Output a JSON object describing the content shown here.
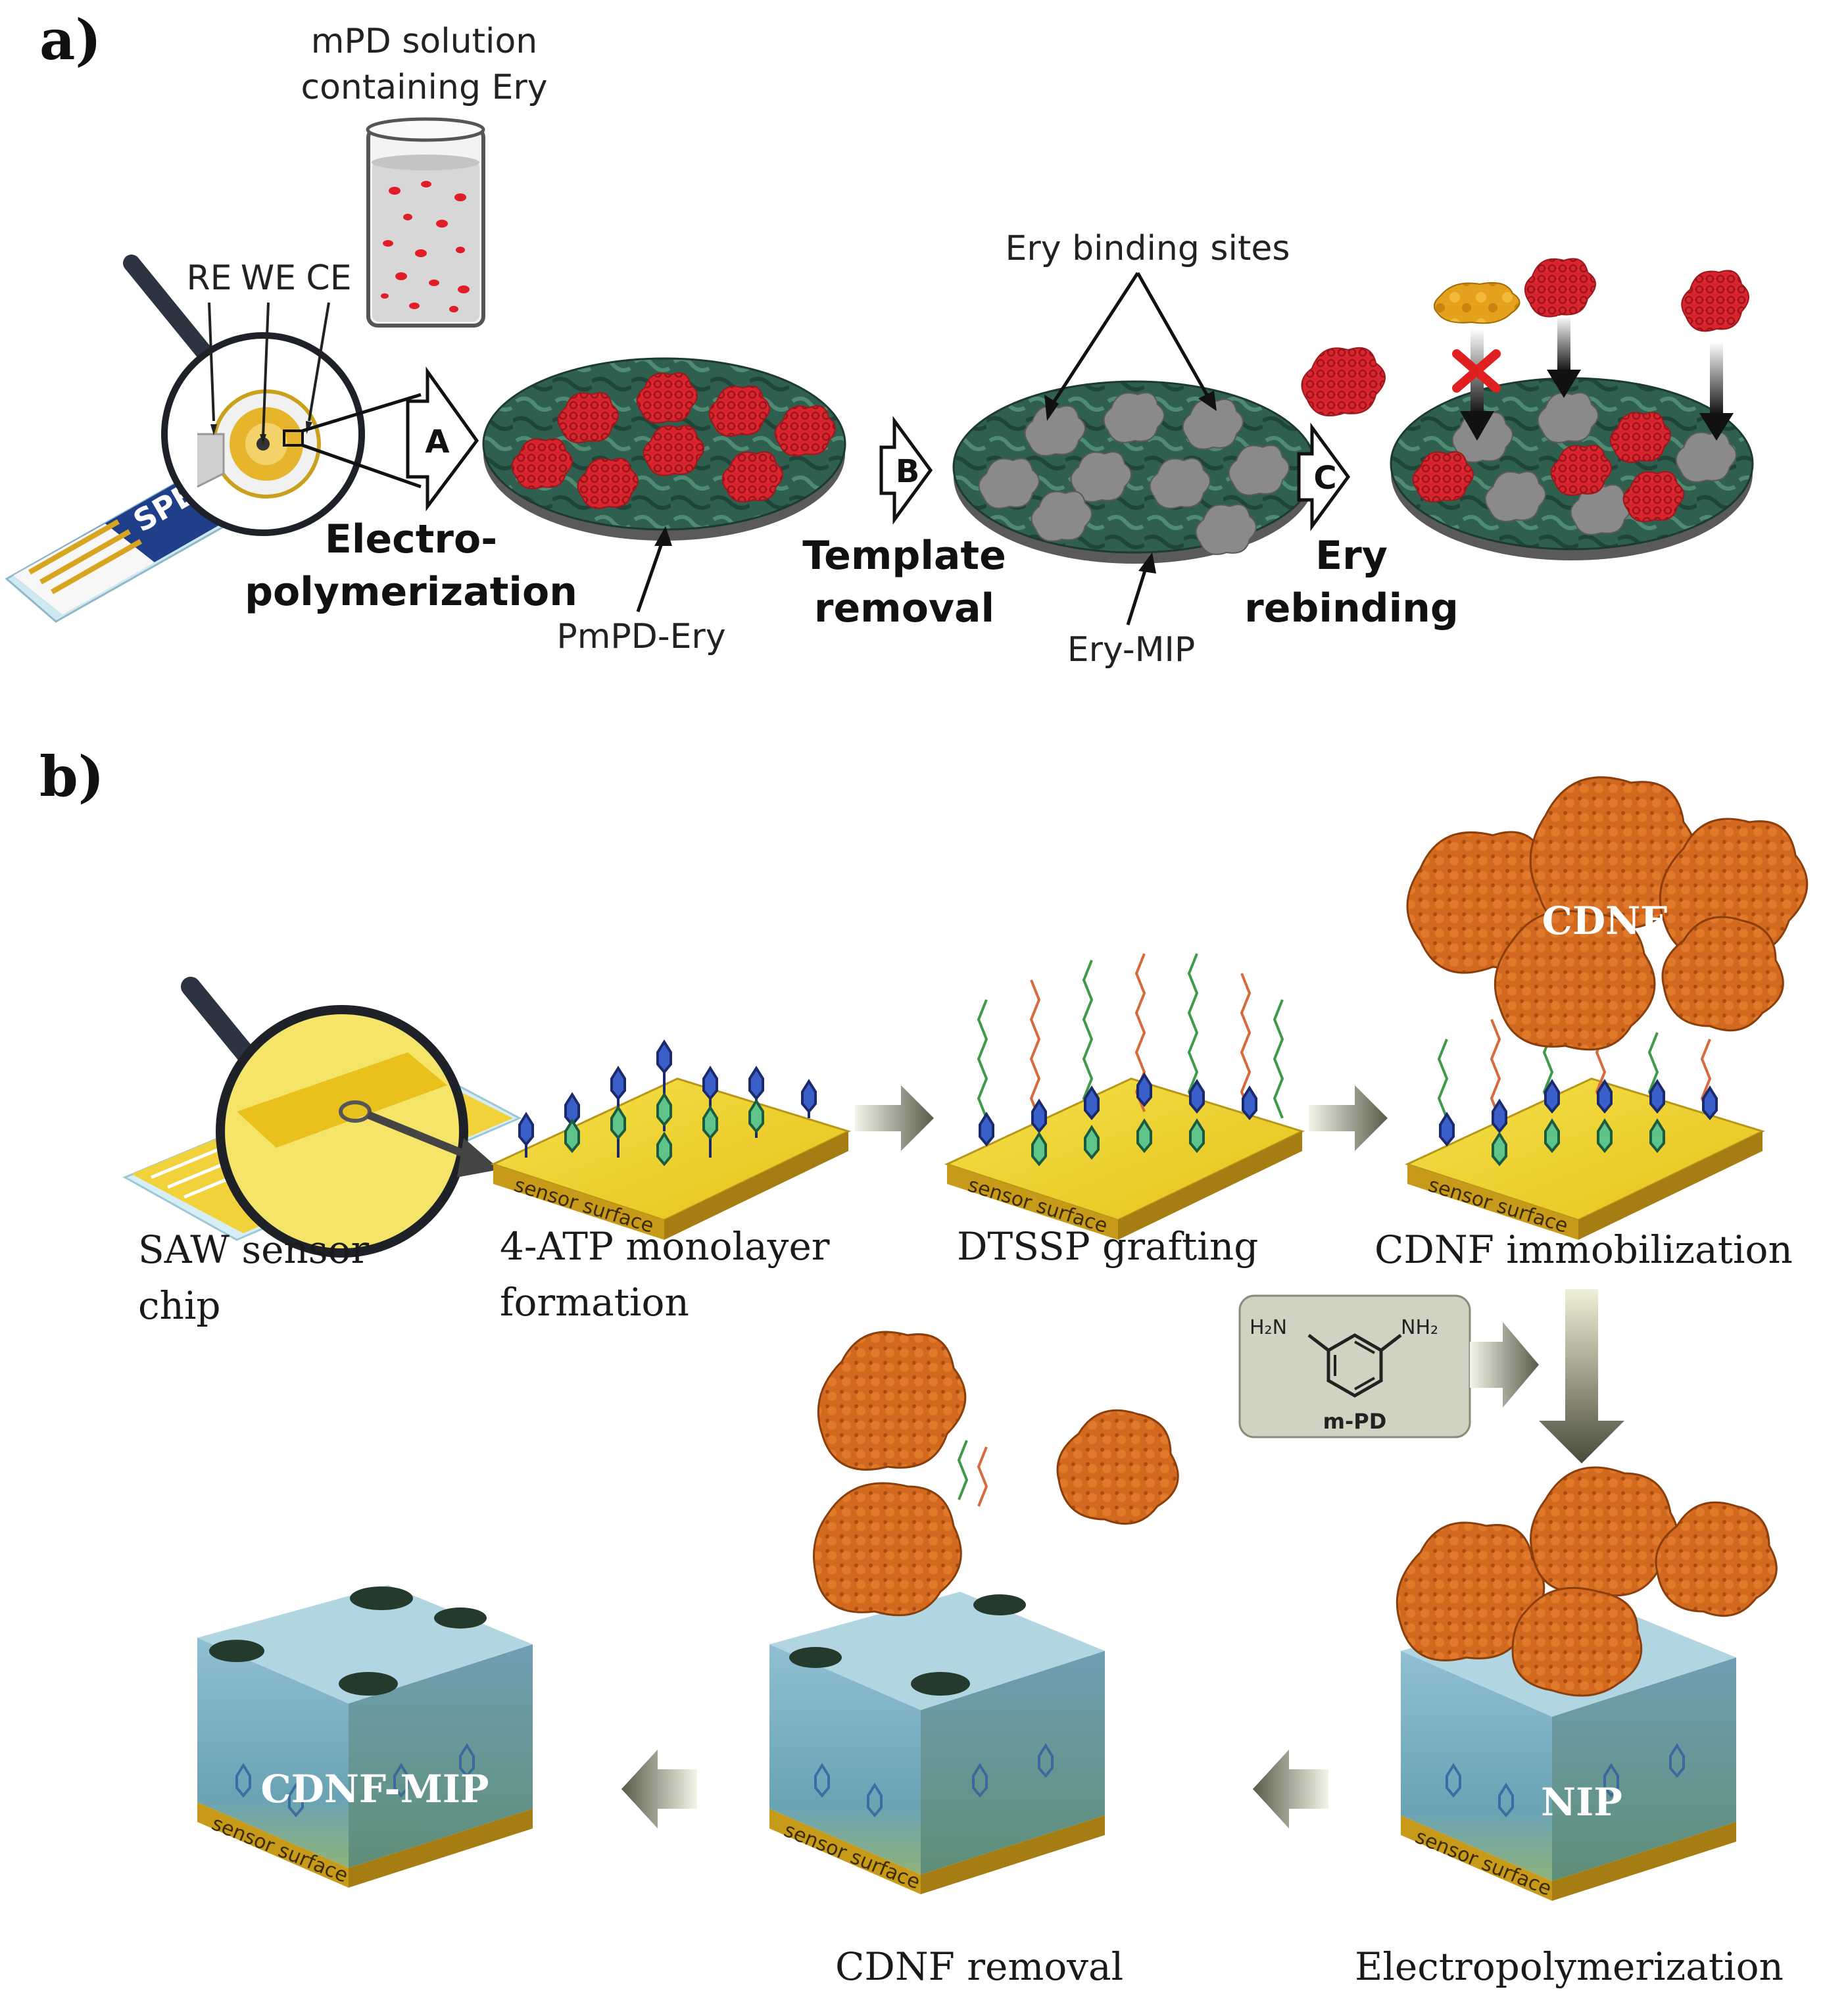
{
  "panel_a": {
    "label": "a)",
    "solution_line1": "mPD solution",
    "solution_line2": "containing Ery",
    "electrodes": [
      "RE",
      "WE",
      "CE"
    ],
    "spe": "SPE",
    "step_a": "A",
    "step_b": "B",
    "step_c": "C",
    "electro_line1": "Electro-",
    "electro_line2": "polymerization",
    "template_line1": "Template",
    "template_line2": "removal",
    "ery_line1": "Ery",
    "ery_line2": "rebinding",
    "pmpd": "PmPD-Ery",
    "binding_sites": "Ery binding sites",
    "ery_mip": "Ery-MIP"
  },
  "panel_b": {
    "label": "b)",
    "saw_line1": "SAW sensor",
    "saw_line2": "chip",
    "atp_line1": "4-ATP monolayer",
    "atp_line2": "formation",
    "dtssp": "DTSSP grafting",
    "cdnf_imm": "CDNF immobilization",
    "cdnf": "CDNF",
    "sensor_surface": "sensor surface",
    "h2n": "H₂N",
    "nh2": "NH₂",
    "mpd": "m-PD",
    "nip": "NIP",
    "electropoly": "Electropolymerization",
    "cdnf_removal": "CDNF removal",
    "cdnf_mip": "CDNF-MIP"
  },
  "colors": {
    "film_green": "#2f5f4e",
    "ery_red": "#d8242c",
    "cavity_gray": "#8a8a8a",
    "gold": "#e8c31a",
    "protein_orange": "#d2691e",
    "polymer_blue": "#7fb3c8",
    "cross_red": "#e02020"
  }
}
